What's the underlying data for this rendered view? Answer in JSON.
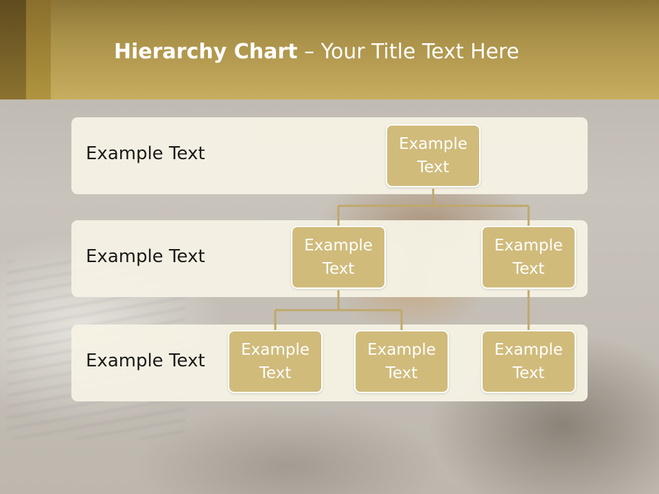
{
  "slide": {
    "title_bold": "Hierarchy Chart",
    "title_rest": " – Your Title Text Here"
  },
  "levels": [
    {
      "label": "Example Text"
    },
    {
      "label": "Example Text"
    },
    {
      "label": "Example Text"
    }
  ],
  "nodes": {
    "root": "Example\nText",
    "l2_left": "Example\nText",
    "l2_right": "Example\nText",
    "l3_a": "Example\nText",
    "l3_b": "Example\nText",
    "l3_c": "Example\nText"
  },
  "colors": {
    "header": "#c7ad5f",
    "node_fill": "#d0bb7b",
    "band_fill": "#f6f2e5",
    "connector": "#bfa86a"
  }
}
